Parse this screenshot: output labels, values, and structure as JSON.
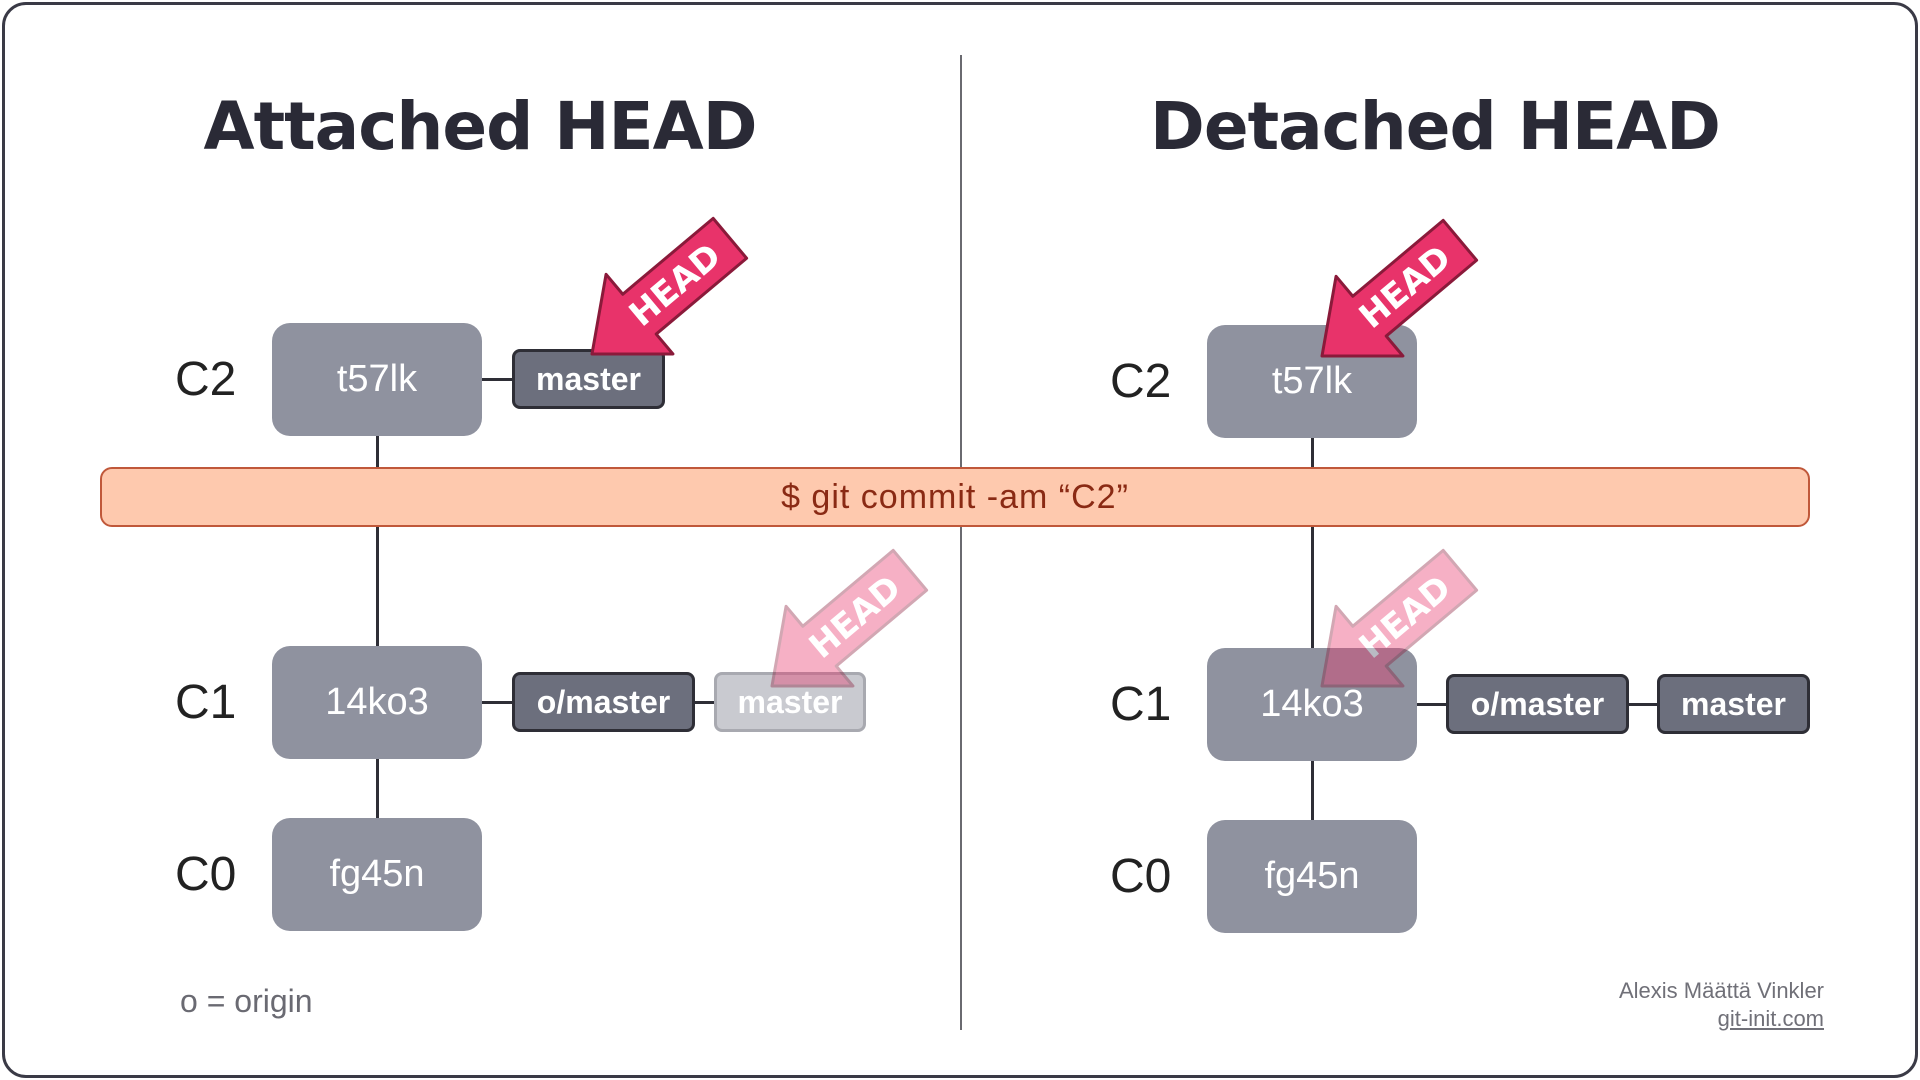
{
  "left": {
    "title": "Attached HEAD",
    "commits": [
      {
        "label": "C2",
        "hash": "t57lk"
      },
      {
        "label": "C1",
        "hash": "14ko3"
      },
      {
        "label": "C0",
        "hash": "fg45n"
      }
    ],
    "branches": {
      "c2_master": "master",
      "c1_origin": "o/master",
      "c1_master_old": "master"
    },
    "head_arrow": "HEAD",
    "head_arrow_old": "HEAD"
  },
  "right": {
    "title": "Detached HEAD",
    "commits": [
      {
        "label": "C2",
        "hash": "t57lk"
      },
      {
        "label": "C1",
        "hash": "14ko3"
      },
      {
        "label": "C0",
        "hash": "fg45n"
      }
    ],
    "branches": {
      "c1_origin": "o/master",
      "c1_master": "master"
    },
    "head_arrow": "HEAD",
    "head_arrow_old": "HEAD"
  },
  "command": "$ git commit -am “C2”",
  "legend": "o = origin",
  "credit": {
    "author": "Alexis Määttä Vinkler",
    "site": "git-init.com"
  },
  "colors": {
    "commit": "#8f929f",
    "branch": "#6c6f7d",
    "head_arrow": "#e8336a",
    "command_bg": "#fec9ae"
  }
}
